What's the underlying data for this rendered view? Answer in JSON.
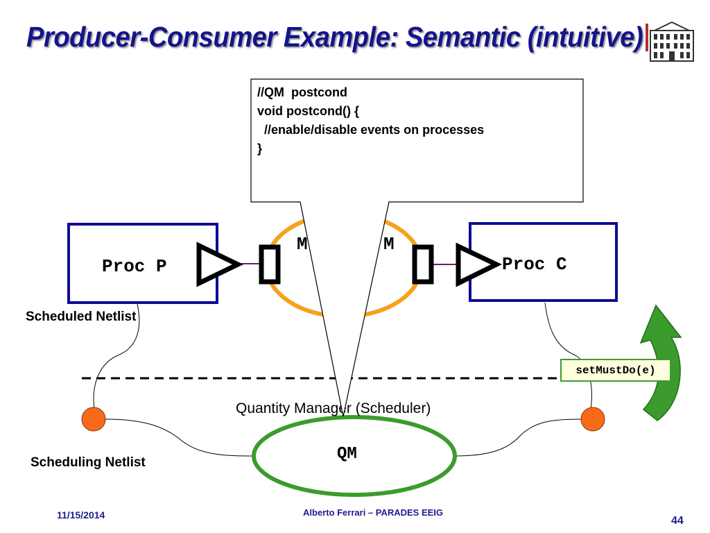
{
  "title": "Producer-Consumer Example: Semantic (intuitive)",
  "callout": {
    "lines": [
      "//QM  postcond",
      "void postcond() {",
      "  //enable/disable events on processes",
      "}"
    ]
  },
  "proc_p": {
    "label": "Proc P"
  },
  "proc_c": {
    "label": "Proc C"
  },
  "medium": {
    "label_left": "M",
    "label_right": "M"
  },
  "qm": {
    "label": "QM",
    "caption": "Quantity Manager (Scheduler)"
  },
  "labels": {
    "scheduled_netlist": "Scheduled Netlist",
    "scheduling_netlist": "Scheduling Netlist",
    "set_must_do": "setMustDo(e)"
  },
  "footer": {
    "date": "11/15/2014",
    "author": "Alberto Ferrari – PARADES EEIG",
    "page": "44"
  },
  "colors": {
    "title": "#14148c",
    "proc_border": "#0c0c96",
    "medium": "#f5a21c",
    "qm": "#3c9b2d",
    "node": "#f86a1a",
    "arrow": "#3c9b2d",
    "link": "#6b1f6b"
  },
  "icons": {
    "logo": "building-logo-icon",
    "arrow": "curved-arrow-icon"
  }
}
